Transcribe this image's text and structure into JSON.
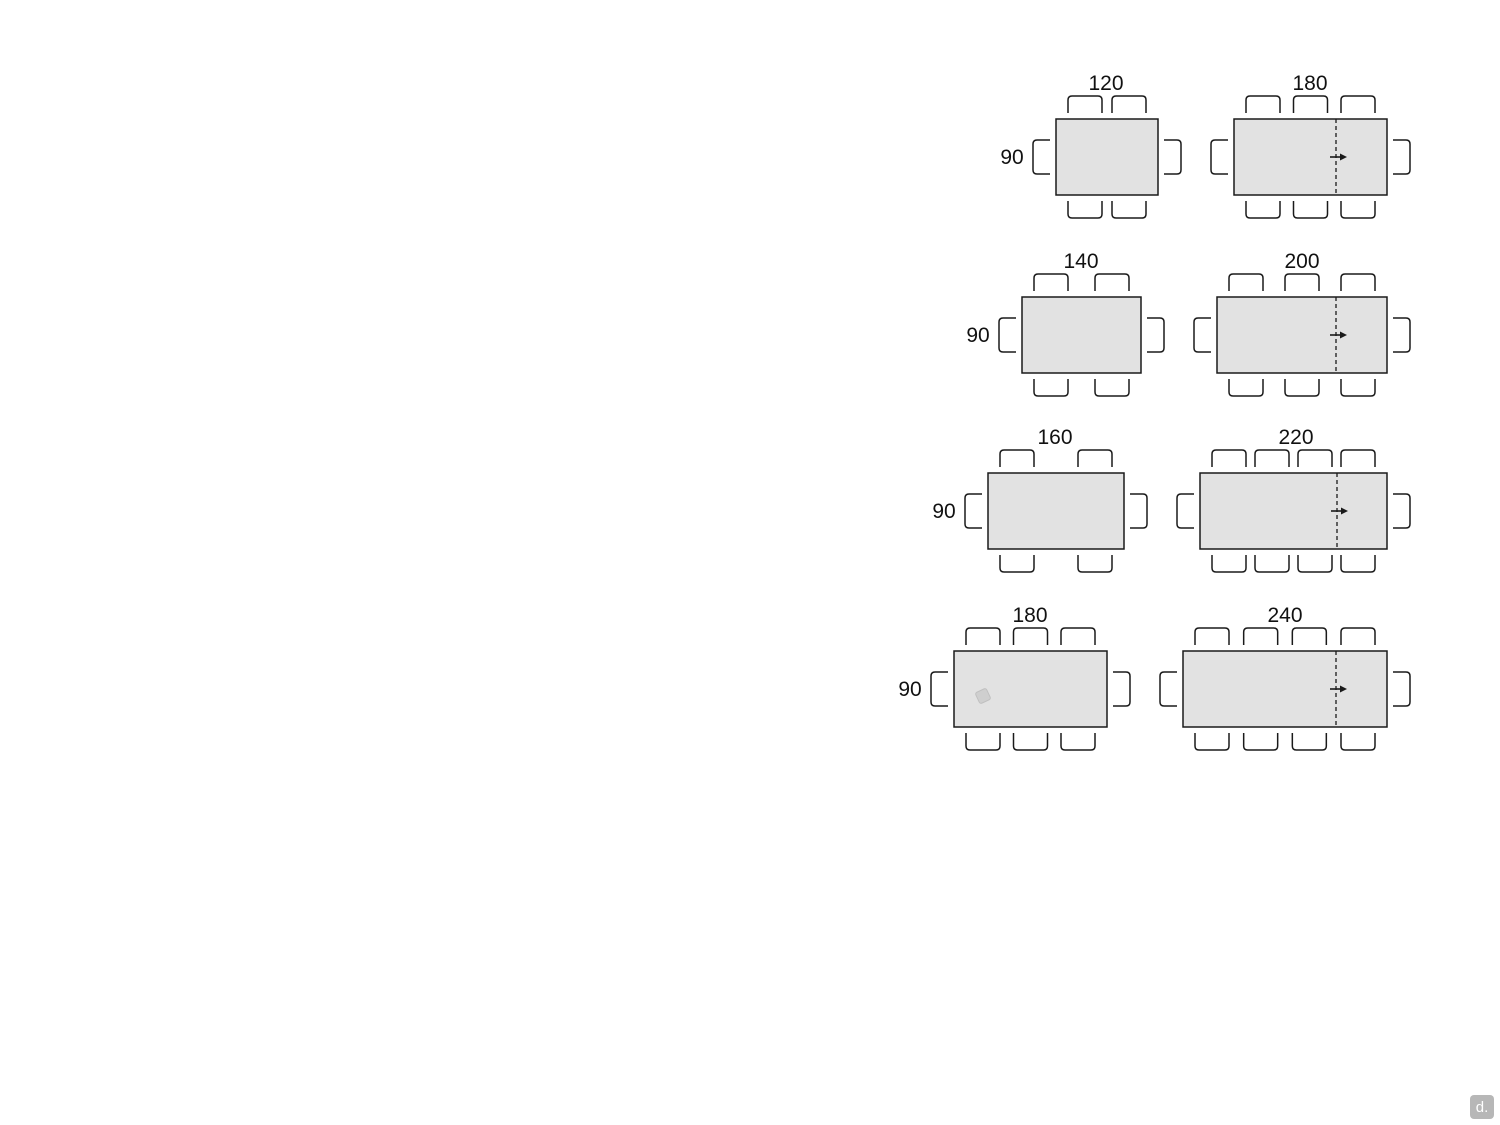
{
  "tables": [
    {
      "id": "fixed-120",
      "length_label": "120",
      "depth_label": "90",
      "extendable": false,
      "top_chairs": 2,
      "bottom_chairs": 2
    },
    {
      "id": "ext-180",
      "length_label": "180",
      "depth_label": "",
      "extendable": true,
      "top_chairs": 3,
      "bottom_chairs": 3
    },
    {
      "id": "fixed-140",
      "length_label": "140",
      "depth_label": "90",
      "extendable": false,
      "top_chairs": 2,
      "bottom_chairs": 2
    },
    {
      "id": "ext-200",
      "length_label": "200",
      "depth_label": "",
      "extendable": true,
      "top_chairs": 3,
      "bottom_chairs": 3
    },
    {
      "id": "fixed-160",
      "length_label": "160",
      "depth_label": "90",
      "extendable": false,
      "top_chairs": 2,
      "bottom_chairs": 2
    },
    {
      "id": "ext-220",
      "length_label": "220",
      "depth_label": "",
      "extendable": true,
      "top_chairs": 4,
      "bottom_chairs": 4
    },
    {
      "id": "fixed-180",
      "length_label": "180",
      "depth_label": "90",
      "extendable": false,
      "top_chairs": 3,
      "bottom_chairs": 3
    },
    {
      "id": "ext-240",
      "length_label": "240",
      "depth_label": "",
      "extendable": true,
      "top_chairs": 4,
      "bottom_chairs": 4
    }
  ],
  "colors": {
    "table_fill": "#e2e2e2",
    "outline": "#1a1a1a",
    "background": "#ffffff",
    "badge": "#b7b7b7"
  },
  "badge": {
    "text": "d."
  }
}
